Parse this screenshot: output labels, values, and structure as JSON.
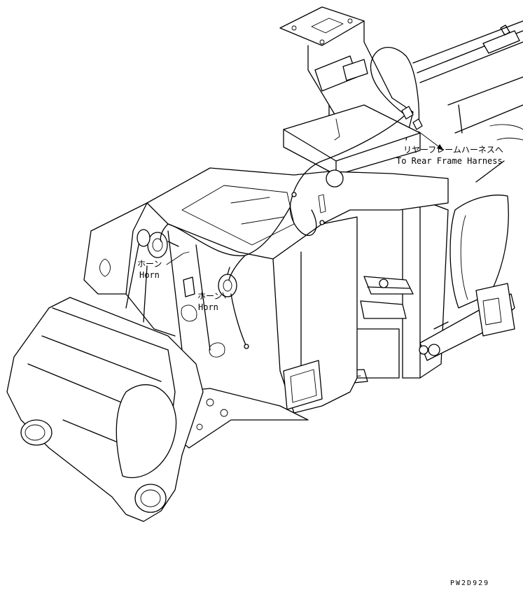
{
  "callouts": {
    "horn_left_jp": "ホーン",
    "horn_left_en": "Horn",
    "horn_right_jp": "ホーン",
    "horn_right_en": "Horn",
    "rear_harness_jp": "リヤーフレームハーネスへ",
    "rear_harness_en": "To Rear Frame Harness"
  },
  "drawing_code": "PW2D929"
}
